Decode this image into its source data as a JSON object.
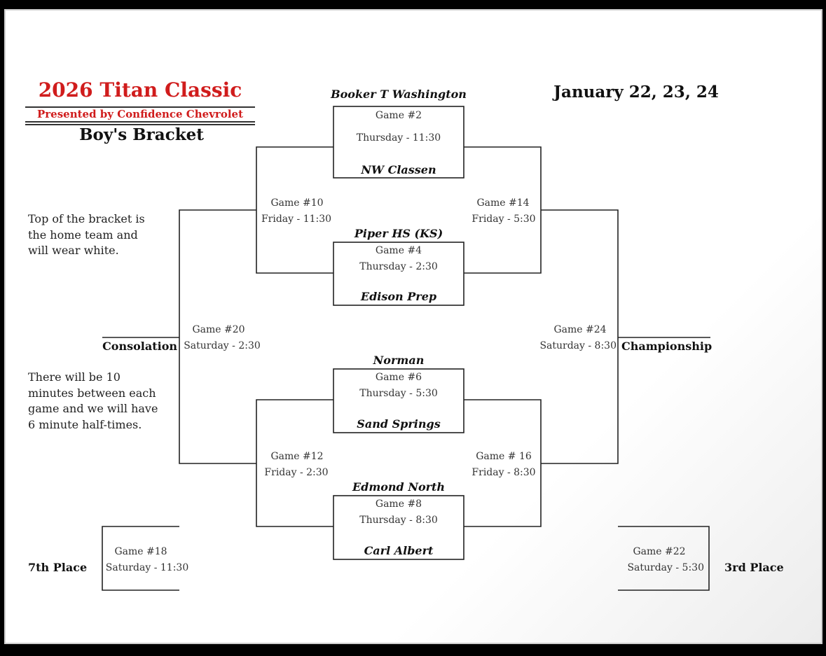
{
  "header": {
    "title": "2026 Titan Classic",
    "sponsor": "Presented by Confidence Chevrolet",
    "bracket_name": "Boy's Bracket",
    "dates": "January 22, 23, 24"
  },
  "notes": {
    "home_team": "Top of the bracket is the home team and will wear white.",
    "timing": "There will be 10 minutes between each game and we will have 6 minute half-times."
  },
  "first_round": [
    {
      "game": "Game #2",
      "time": "Thursday - 11:30",
      "top_team": "Booker T Washington",
      "bottom_team": "NW Classen"
    },
    {
      "game": "Game #4",
      "time": "Thursday - 2:30",
      "top_team": "Piper HS (KS)",
      "bottom_team": "Edison Prep"
    },
    {
      "game": "Game #6",
      "time": "Thursday - 5:30",
      "top_team": "Norman",
      "bottom_team": "Sand Springs"
    },
    {
      "game": "Game #8",
      "time": "Thursday - 8:30",
      "top_team": "Edmond North",
      "bottom_team": "Carl Albert"
    }
  ],
  "second_round": {
    "game10": {
      "game": "Game #10",
      "time": "Friday - 11:30"
    },
    "game12": {
      "game": "Game #12",
      "time": "Friday - 2:30"
    },
    "game14": {
      "game": "Game #14",
      "time": "Friday - 5:30"
    },
    "game16": {
      "game": "Game # 16",
      "time": "Friday - 8:30"
    }
  },
  "finals": {
    "consolation": {
      "label": "Consolation",
      "game": "Game #20",
      "time": "Saturday - 2:30"
    },
    "championship": {
      "label": "Championship",
      "game": "Game #24",
      "time": "Saturday - 8:30"
    },
    "seventh": {
      "label": "7th Place",
      "game": "Game #18",
      "time": "Saturday - 11:30"
    },
    "third": {
      "label": "3rd Place",
      "game": "Game #22",
      "time": "Saturday - 5:30"
    }
  }
}
